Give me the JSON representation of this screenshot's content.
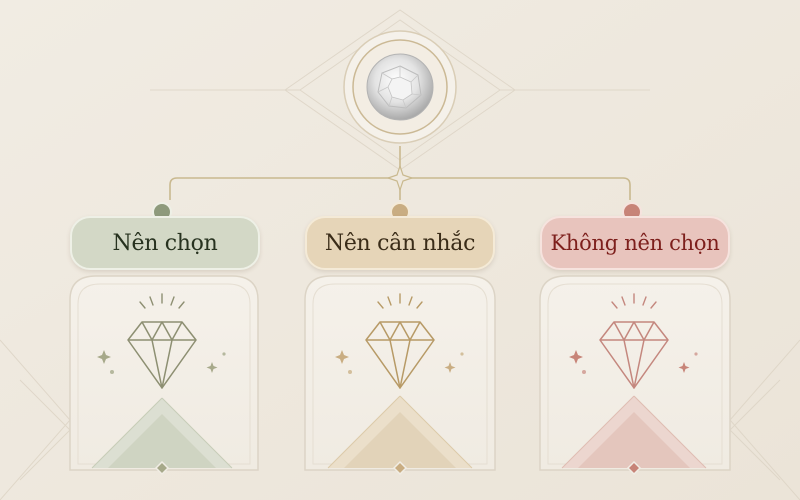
{
  "categories": [
    {
      "label": "Nên chọn",
      "color": "#8e9a7c",
      "line": "#8d8f72"
    },
    {
      "label": "Nên cân nhắc",
      "color": "#c9ad82",
      "line": "#b79a66"
    },
    {
      "label": "Không nên chọn",
      "color": "#c78478",
      "line": "#c4877e"
    }
  ],
  "center_icon": "round-diamond-gem",
  "card_icon": "diamond-outline-icon",
  "accent_line": "#c9b98f"
}
